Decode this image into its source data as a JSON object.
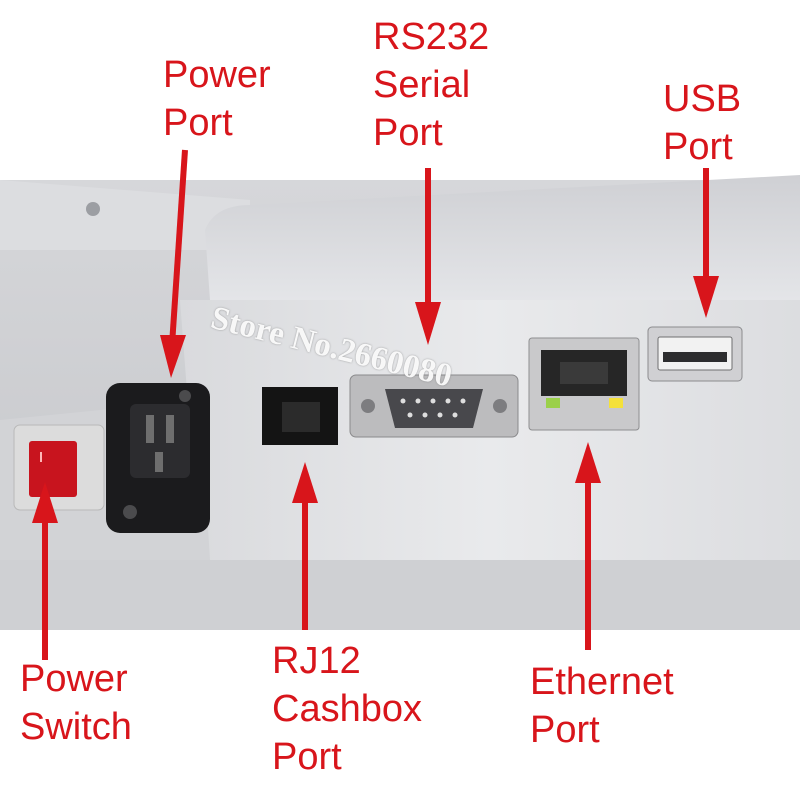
{
  "labels": {
    "power_port": "Power\nPort",
    "serial_port": "RS232\nSerial\nPort",
    "usb_port": "USB\nPort",
    "power_switch": "Power\nSwitch",
    "cashbox_port": "RJ12\nCashbox\nPort",
    "ethernet_port": "Ethernet\nPort"
  },
  "watermark": "Store No.2660080",
  "colors": {
    "annotation": "#d8151b",
    "background": "#ffffff",
    "device_body": "#e7e7e9"
  },
  "icons": {
    "arrow": "down-arrow-icon",
    "up_arrow": "up-arrow-icon"
  }
}
